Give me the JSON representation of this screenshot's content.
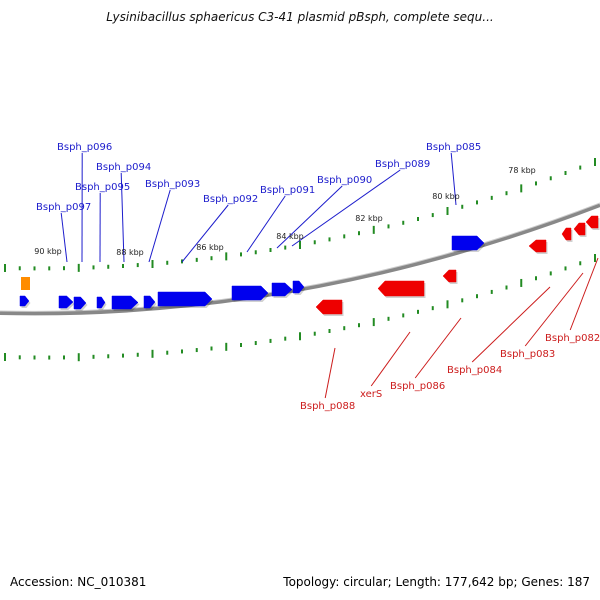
{
  "title": "Lysinibacillus sphaericus C3-41 plasmid pBsph, complete sequ...",
  "footer": {
    "accession": "Accession: NC_010381",
    "summary": "Topology: circular; Length: 177,642 bp; Genes: 187"
  },
  "colors": {
    "forward_gene": "#0000ee",
    "reverse_gene": "#ee0000",
    "other_feature": "#ff8c00",
    "backbone": "#888888",
    "tick": "#228b22",
    "forward_label": "#1c1ccc",
    "reverse_label": "#cc1c1c"
  },
  "ruler_labels_outer": [
    "90 kbp",
    "88 kbp",
    "86 kbp",
    "84 kbp",
    "82 kbp",
    "80 kbp",
    "78 kbp"
  ],
  "forward_gene_labels": [
    "Bsph_p097",
    "Bsph_p096",
    "Bsph_p095",
    "Bsph_p094",
    "Bsph_p093",
    "Bsph_p092",
    "Bsph_p091",
    "Bsph_p090",
    "Bsph_p089",
    "Bsph_p085"
  ],
  "reverse_gene_labels": [
    "Bsph_p088",
    "xerS",
    "Bsph_p086",
    "Bsph_p084",
    "Bsph_p083",
    "Bsph_p082"
  ]
}
